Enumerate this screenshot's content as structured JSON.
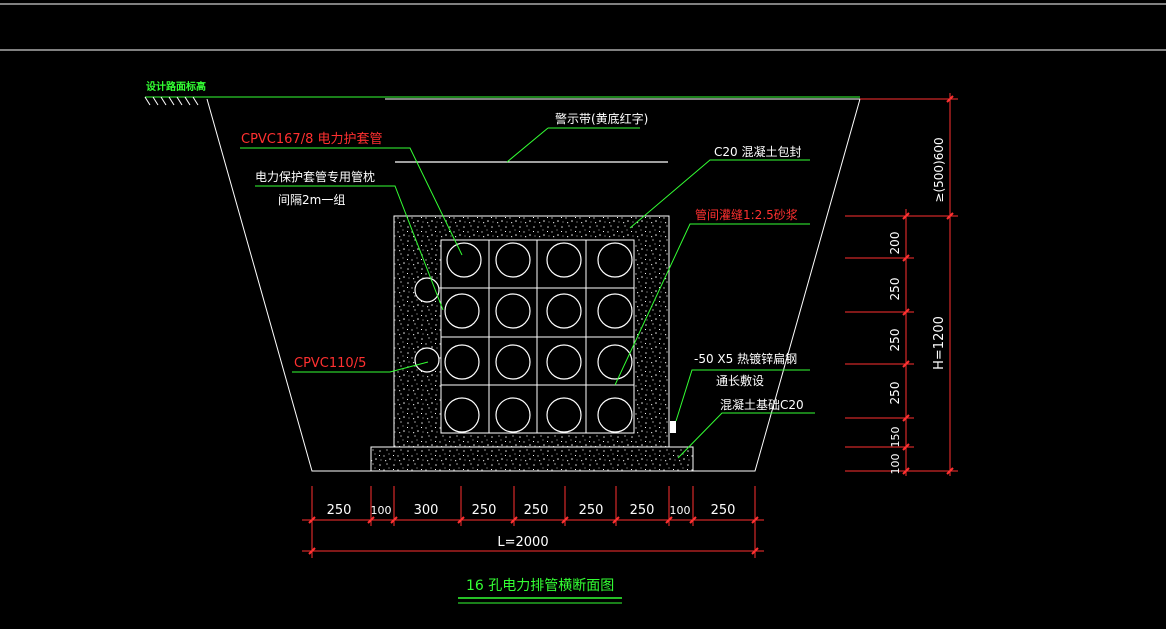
{
  "drawing": {
    "ground_label": "设计路面标高",
    "warning_tape_label": "警示带(黄底红字)",
    "sleeve_label": "CPVC167/8  电力护套管",
    "pipe_support_label_line1": "电力保护套管专用管枕",
    "pipe_support_label_line2": "间隔2m一组",
    "concrete_encase_label": "C20 混凝土包封",
    "gap_fill_label": "管间灌缝1:2.5砂浆",
    "small_pipe_label": "CPVC110/5",
    "steel_label_line1": "-50 X5 热镀锌扁钢",
    "steel_label_line2": "通长敷设",
    "base_label": "混凝土基础C20",
    "caption": "16 孔电力排管横断面图"
  },
  "dimensions": {
    "horizontal": [
      "250",
      "100",
      "300",
      "250",
      "250",
      "250",
      "250",
      "100",
      "250"
    ],
    "total": "L=2000",
    "vertical_right": [
      "200",
      "250",
      "250",
      "250",
      "150",
      "100"
    ],
    "height_total": "H=1200",
    "cover_depth": "≥(500)600"
  },
  "colors": {
    "background": "#000000",
    "line": "#ffffff",
    "leader": "#33ff33",
    "dimension": "#ff3030"
  }
}
